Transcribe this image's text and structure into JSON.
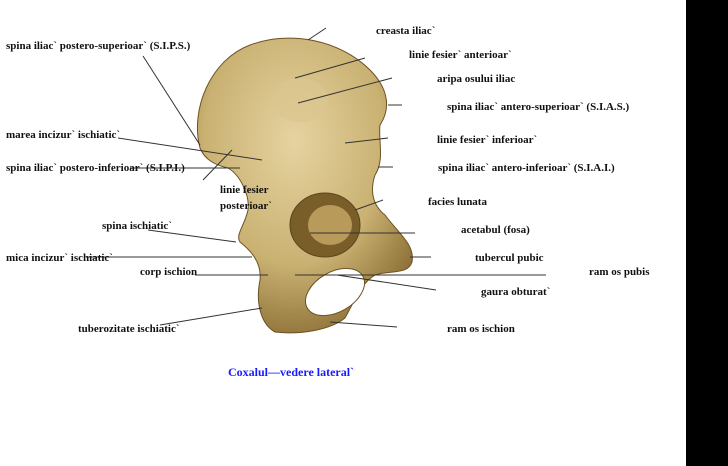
{
  "labels": {
    "creasta": "creasta iliac`",
    "linie_ant": "linie fesier` anterioar`",
    "aripa": "aripa osului iliac",
    "sias": "spina iliac` antero-superioar` (S.I.A.S.)",
    "linie_inf": "linie fesier` inferioar`",
    "siai": "spina iliac` antero-inferioar` (S.I.A.I.)",
    "facies": "facies lunata",
    "acetabul": "acetabul (fosa)",
    "tubercul": "tubercul pubic",
    "ram_pubis": "ram os pubis",
    "gaura": "gaura obturat`",
    "ram_ischion": "ram os ischion",
    "sips": "spina iliac` postero-superioar` (S.I.P.S.)",
    "marea": "marea incizur` ischiatic`",
    "sipi": "spina iliac` postero-inferioar` (S.I.P.I.)",
    "linie_post_1": "linie fesier",
    "linie_post_2": "posterioar`",
    "spina_isch": "spina ischiatic`",
    "mica": "mica incizur` ischiatic`",
    "corp": "corp ischion",
    "tuberozitate": "tuberozitate ischiatic`"
  },
  "caption": "Coxalul—vedere lateral`",
  "colors": {
    "caption": "#1a1aff",
    "bone": "#c9b172",
    "bone_dark": "#8a6d33"
  }
}
